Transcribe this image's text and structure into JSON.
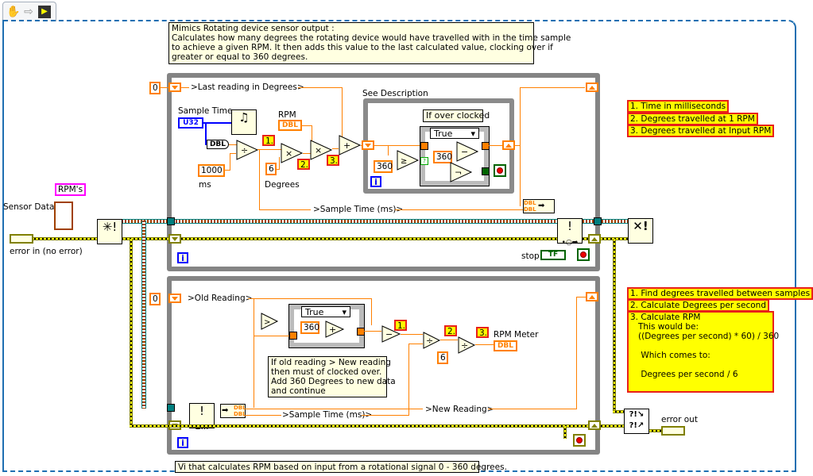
{
  "toolbar": {
    "tools": [
      {
        "icon": "hand-pan-icon",
        "glyph": "✋"
      },
      {
        "icon": "arrow-right-icon",
        "glyph": "⇨"
      },
      {
        "icon": "vi-icon",
        "glyph": "▶"
      }
    ]
  },
  "top_comment": "Mimics Rotating device sensor output :\nCalculates how many degrees the rotating device would have travelled with in the time sample\nto achieve a given RPM. It then adds this value to the last calculated value, clocking over if\ngreater or equal to 360 degrees.",
  "top_loop": {
    "init_constant": "0",
    "shift_register_label": ">Last reading in Degrees>",
    "sample_time_label": "Sample Time",
    "sample_time_type": "U32",
    "dbl_convert": "DBL",
    "ms_constant": "1000",
    "ms_label": "ms",
    "rpm_label": "RPM",
    "rpm_type": "DBL",
    "degrees_constant": "6",
    "degrees_label": "Degrees",
    "step1": "1.",
    "step2": "2.",
    "step3": "3.",
    "see_description": "See Description",
    "inner_comment": "If over clocked",
    "case_selector": "True",
    "const_360_a": "360",
    "const_360_b": "360",
    "sample_time_sr_label": ">Sample Time (ms)>",
    "stop_label": "stop",
    "stop_control": "TF",
    "bundle_types": [
      "DBL",
      "DBL"
    ]
  },
  "legend_top": [
    "1. Time in milliseconds",
    "2. Degrees travelled at 1 RPM",
    "3. Degrees travelled at Input RPM"
  ],
  "left_controls": {
    "rpms_label": "RPM's",
    "sensor_data_label": "Sensor Data",
    "error_in_label": "error in (no error)"
  },
  "bottom_loop": {
    "init_constant": "0",
    "old_reading_label": ">Old Reading>",
    "case_selector": "True",
    "const_360": "360",
    "step1": "1.",
    "step2": "2.",
    "step3": "3.",
    "const_6": "6",
    "rpm_meter_label": "RPM Meter",
    "rpm_meter_type": "DBL",
    "comment": "If old reading > New reading\nthen must of clocked over.\nAdd 360 Degrees to new data\nand continue",
    "new_reading_label": ">New Reading>",
    "sample_time_label": ">Sample Time (ms)>",
    "unbundle_types": [
      "DBL",
      "DBL"
    ]
  },
  "legend_bottom": [
    "1. Find degrees travelled between samples",
    "2. Calculate Degrees per second",
    "3. Calculate RPM\n   This would be:\n   ((Degrees per second) * 60) / 360\n\n    Which comes to:\n\n    Degrees per second / 6"
  ],
  "error_out_label": "error out",
  "bottom_comment": "Vi that calculates RPM based on input from a rotational signal 0 - 360 degrees."
}
